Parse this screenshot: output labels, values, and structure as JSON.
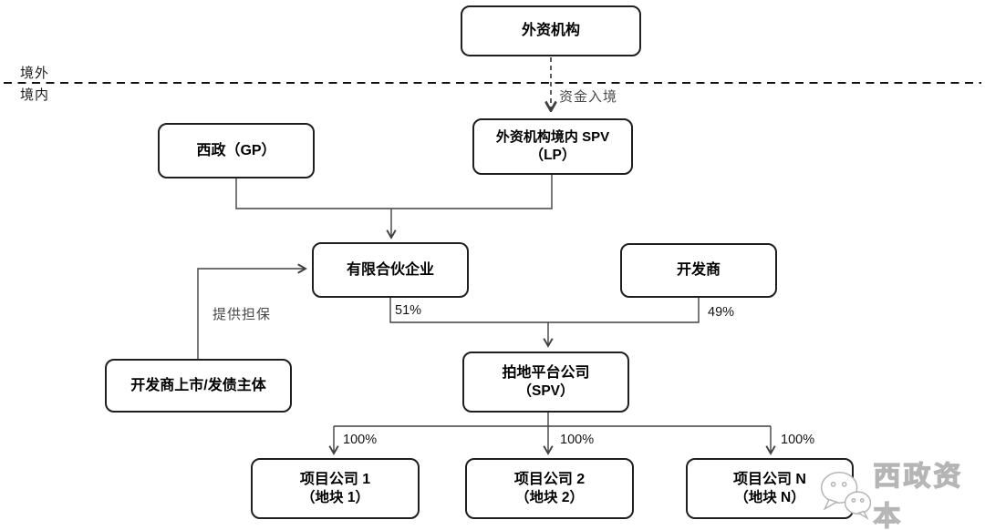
{
  "colors": {
    "background": "#ffffff",
    "box_border": "#1f1f1f",
    "box_text": "#000000",
    "connector": "#404040",
    "edge_label": "#4a4a4a",
    "percent_label": "#141414",
    "watermark": "#b5b5b5"
  },
  "boundary": {
    "offshore": "境外",
    "onshore": "境内"
  },
  "nodes": {
    "foreign_institution": {
      "label": "外资机构"
    },
    "gp": {
      "label": "西政（GP）"
    },
    "domestic_spv": {
      "line1": "外资机构境内 SPV",
      "line2": "（LP）"
    },
    "limited_partnership": {
      "label": "有限合伙企业"
    },
    "developer": {
      "label": "开发商"
    },
    "bond_issuer": {
      "label": "开发商上市/发债主体"
    },
    "land_platform": {
      "line1": "拍地平台公司",
      "line2": "（SPV）"
    },
    "project_1": {
      "line1": "项目公司 1",
      "line2": "（地块 1）"
    },
    "project_2": {
      "line1": "项目公司 2",
      "line2": "（地块 2）"
    },
    "project_n": {
      "line1": "项目公司 N",
      "line2": "（地块 N）"
    }
  },
  "edge_labels": {
    "funds_entry": "资金入境",
    "guarantee": "提供担保",
    "partnership_share": "51%",
    "developer_share": "49%",
    "project_1_share": "100%",
    "project_2_share": "100%",
    "project_n_share": "100%"
  },
  "watermark": {
    "name": "西政资本"
  }
}
